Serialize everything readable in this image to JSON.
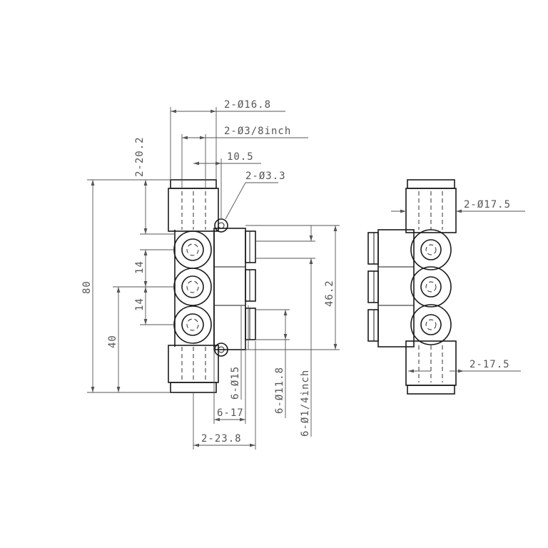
{
  "dimensions": {
    "d_top_outer": "2-Ø16.8",
    "d_top_inner": "2-Ø3/8inch",
    "w_offset": "10.5",
    "d_mount_hole": "2-Ø3.3",
    "h_top": "2-20.2",
    "pitch_a": "14",
    "pitch_b": "14",
    "h_total": "80",
    "h_half": "40",
    "h_ports": "46.2",
    "d_body_15": "6-Ø15",
    "d_body_118": "6-Ø11.8",
    "d_quarter": "6-Ø1/4inch",
    "w_17": "6-17",
    "w_238": "2-23.8",
    "d_side_175": "2-Ø17.5",
    "w_side_175": "2-17.5"
  }
}
